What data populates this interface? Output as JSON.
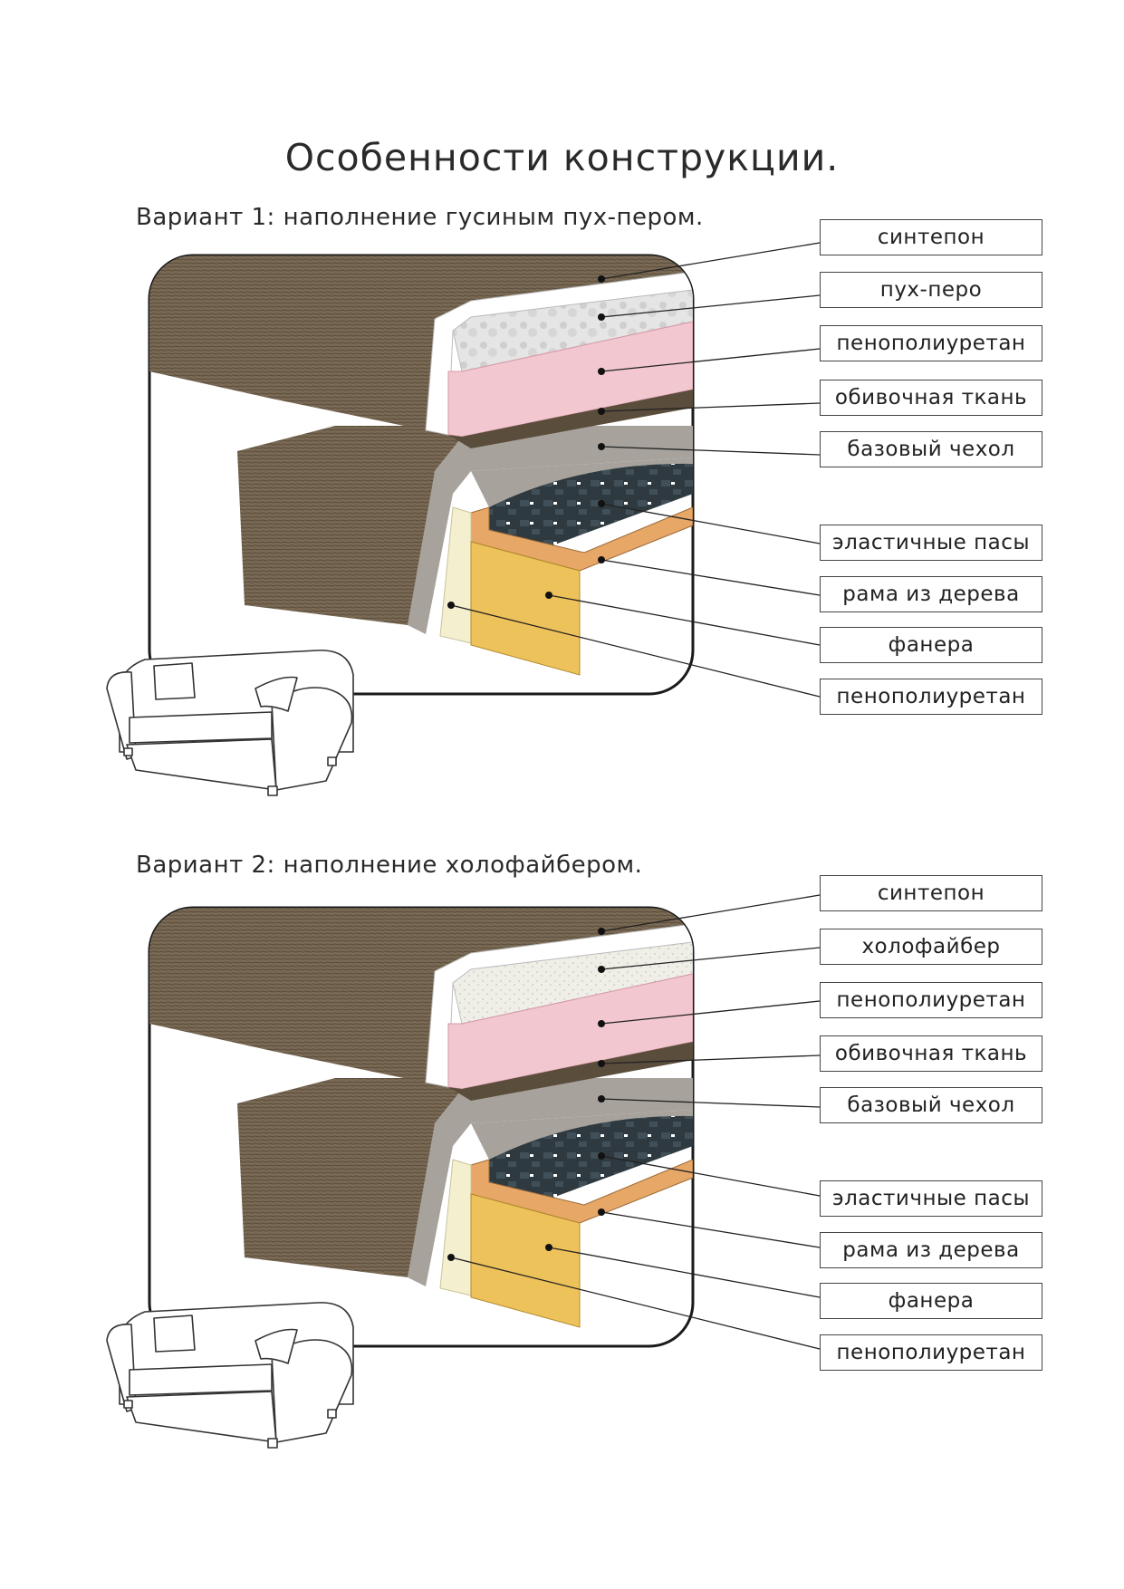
{
  "page": {
    "title": "Особенности конструкции."
  },
  "variants": [
    {
      "heading": "Вариант 1: наполнение гусиным пух-пером.",
      "labels": [
        "синтепон",
        "пух-перо",
        "пенополиуретан",
        "обивочная ткань",
        "базовый чехол",
        "эластичные пасы",
        "рама из дерева",
        "фанера",
        "пенополиуретан"
      ]
    },
    {
      "heading": "Вариант 2: наполнение холофайбером.",
      "labels": [
        "синтепон",
        "холофайбер",
        "пенополиуретан",
        "обивочная ткань",
        "базовый чехол",
        "эластичные пасы",
        "рама из дерева",
        "фанера",
        "пенополиуретан"
      ]
    }
  ],
  "colors": {
    "fabric": "#7a6a55",
    "fabric_dark": "#5b4d3c",
    "base_cover": "#a7a39c",
    "pink_foam": "#f2c7cf",
    "down_feather": "#e3e3e3",
    "holofiber": "#efeee6",
    "synthetic": "#ffffff",
    "straps": "#2f3a40",
    "wood": "#e7a766",
    "plywood": "#eec25b",
    "side_foam": "#f3efcf"
  }
}
